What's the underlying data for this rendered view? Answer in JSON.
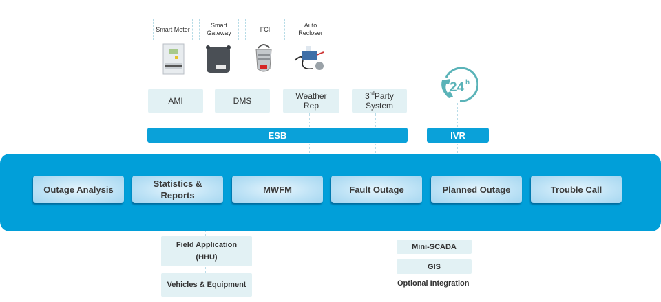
{
  "devices": [
    {
      "label": "Smart Meter",
      "icon": "smart-meter-image"
    },
    {
      "label": "Smart Gateway",
      "icon": "smart-gateway-image"
    },
    {
      "label": "FCI",
      "icon": "fci-image"
    },
    {
      "label": "Auto Recloser",
      "icon": "auto-recloser-image"
    }
  ],
  "systems": [
    {
      "label": "AMI"
    },
    {
      "label": "DMS"
    },
    {
      "label": "Weather Rep"
    },
    {
      "label_sup": "rd",
      "label_pre": "3",
      "label_post": "Party System"
    }
  ],
  "ivr_icon": {
    "text": "24",
    "suffix": "h",
    "icon": "phone-24h-icon",
    "color": "#5ab3b8"
  },
  "bus": {
    "esb": "ESB",
    "ivr": "IVR"
  },
  "modules": [
    {
      "label": "Outage Analysis"
    },
    {
      "label": "Statistics & Reports"
    },
    {
      "label": "MWFM"
    },
    {
      "label": "Fault Outage"
    },
    {
      "label": "Planned Outage"
    },
    {
      "label": "Trouble Call"
    }
  ],
  "field": [
    {
      "label": "Field Application (HHU)"
    },
    {
      "label": "Vehicles & Equipment"
    }
  ],
  "optional": {
    "items": [
      {
        "label": "Mini-SCADA"
      },
      {
        "label": "GIS"
      }
    ],
    "caption": "Optional Integration"
  },
  "colors": {
    "panel": "#019fd9",
    "bus": "#0aa1d9",
    "box": "#e2f1f4",
    "icon": "#5ab3b8"
  }
}
